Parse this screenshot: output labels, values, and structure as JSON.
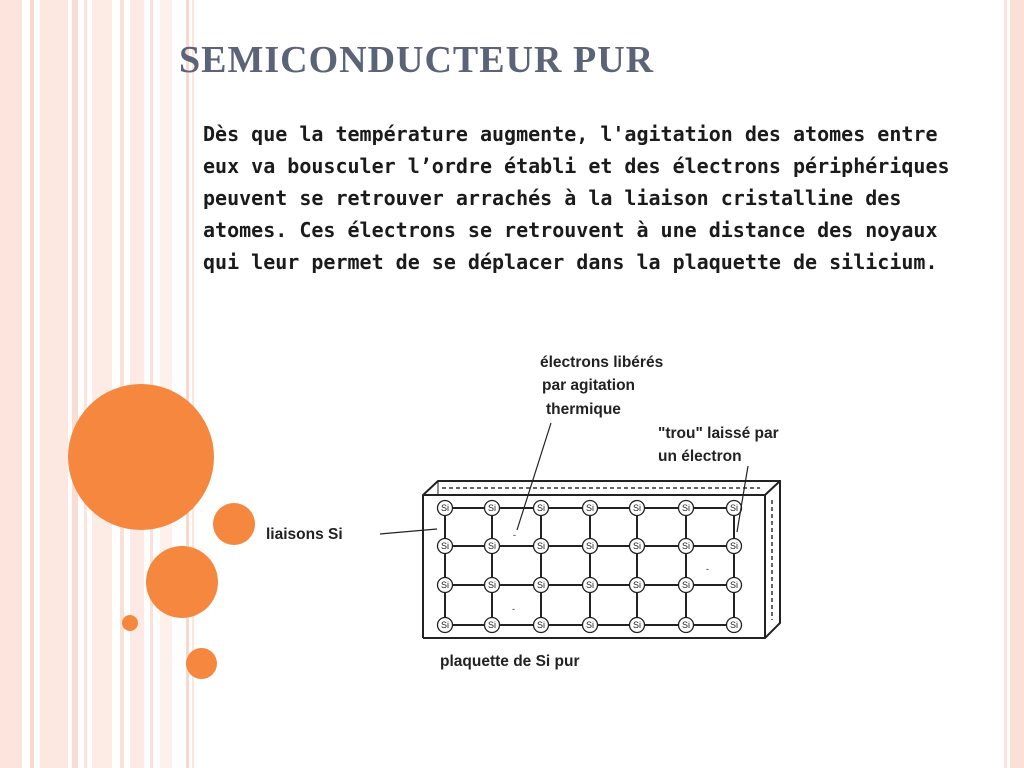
{
  "slide": {
    "title": "SEMICONDUCTEUR PUR",
    "paragraph": "Dès que la température augmente, l'agitation des atomes entre eux va bousculer l’ordre établi et des électrons périphériques peuvent se retrouver arrachés à la liaison cristalline des atomes. Ces électrons se retrouvent à une distance des noyaux qui leur permet de se déplacer dans la plaquette de silicium."
  },
  "diagram": {
    "label_electrons": [
      "électrons libérés",
      "par agitation",
      "thermique"
    ],
    "label_trou": [
      "\"trou\" laissé par",
      "un électron"
    ],
    "label_liaisons": "liaisons Si",
    "label_plaquette": "plaquette de Si pur",
    "atom_symbol": "Si",
    "free_charge_symbol": "-"
  },
  "colors": {
    "accent": "#f5873f",
    "title": "#5a6377",
    "stripe": "#fbe0d8"
  }
}
